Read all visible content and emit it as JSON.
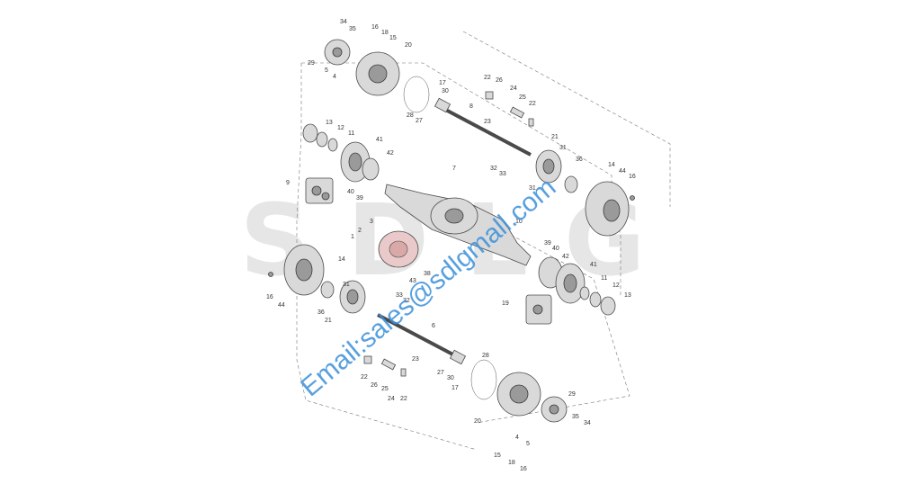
{
  "watermark": {
    "logo_text": "SDLG",
    "email_text": "Email:sales@sdlgmall.com",
    "logo_color": "#e6e6e6",
    "email_color": "#3b8fd9"
  },
  "colors": {
    "line": "#4a4a4a",
    "part_fill": "#d9d9d9",
    "differential_fill": "#e9c9c9"
  },
  "callouts": [
    {
      "text": "34"
    },
    {
      "text": "35"
    },
    {
      "text": "16"
    },
    {
      "text": "18"
    },
    {
      "text": "15"
    },
    {
      "text": "20"
    },
    {
      "text": "29"
    },
    {
      "text": "5"
    },
    {
      "text": "4"
    },
    {
      "text": "17"
    },
    {
      "text": "28"
    },
    {
      "text": "27"
    },
    {
      "text": "30"
    },
    {
      "text": "8"
    },
    {
      "text": "22"
    },
    {
      "text": "26"
    },
    {
      "text": "24"
    },
    {
      "text": "25"
    },
    {
      "text": "22"
    },
    {
      "text": "23"
    },
    {
      "text": "13"
    },
    {
      "text": "12"
    },
    {
      "text": "11"
    },
    {
      "text": "41"
    },
    {
      "text": "42"
    },
    {
      "text": "21"
    },
    {
      "text": "31"
    },
    {
      "text": "36"
    },
    {
      "text": "14"
    },
    {
      "text": "44"
    },
    {
      "text": "16"
    },
    {
      "text": "9"
    },
    {
      "text": "40"
    },
    {
      "text": "39"
    },
    {
      "text": "7"
    },
    {
      "text": "32"
    },
    {
      "text": "33"
    },
    {
      "text": "31"
    },
    {
      "text": "10"
    },
    {
      "text": "3"
    },
    {
      "text": "2"
    },
    {
      "text": "1"
    },
    {
      "text": "39"
    },
    {
      "text": "40"
    },
    {
      "text": "42"
    },
    {
      "text": "41"
    },
    {
      "text": "11"
    },
    {
      "text": "12"
    },
    {
      "text": "13"
    },
    {
      "text": "19"
    },
    {
      "text": "14"
    },
    {
      "text": "16"
    },
    {
      "text": "44"
    },
    {
      "text": "36"
    },
    {
      "text": "21"
    },
    {
      "text": "31"
    },
    {
      "text": "33"
    },
    {
      "text": "32"
    },
    {
      "text": "43"
    },
    {
      "text": "38"
    },
    {
      "text": "6"
    },
    {
      "text": "28"
    },
    {
      "text": "22"
    },
    {
      "text": "26"
    },
    {
      "text": "25"
    },
    {
      "text": "24"
    },
    {
      "text": "22"
    },
    {
      "text": "23"
    },
    {
      "text": "27"
    },
    {
      "text": "30"
    },
    {
      "text": "17"
    },
    {
      "text": "20"
    },
    {
      "text": "29"
    },
    {
      "text": "35"
    },
    {
      "text": "34"
    },
    {
      "text": "4"
    },
    {
      "text": "5"
    },
    {
      "text": "15"
    },
    {
      "text": "18"
    },
    {
      "text": "16"
    }
  ]
}
